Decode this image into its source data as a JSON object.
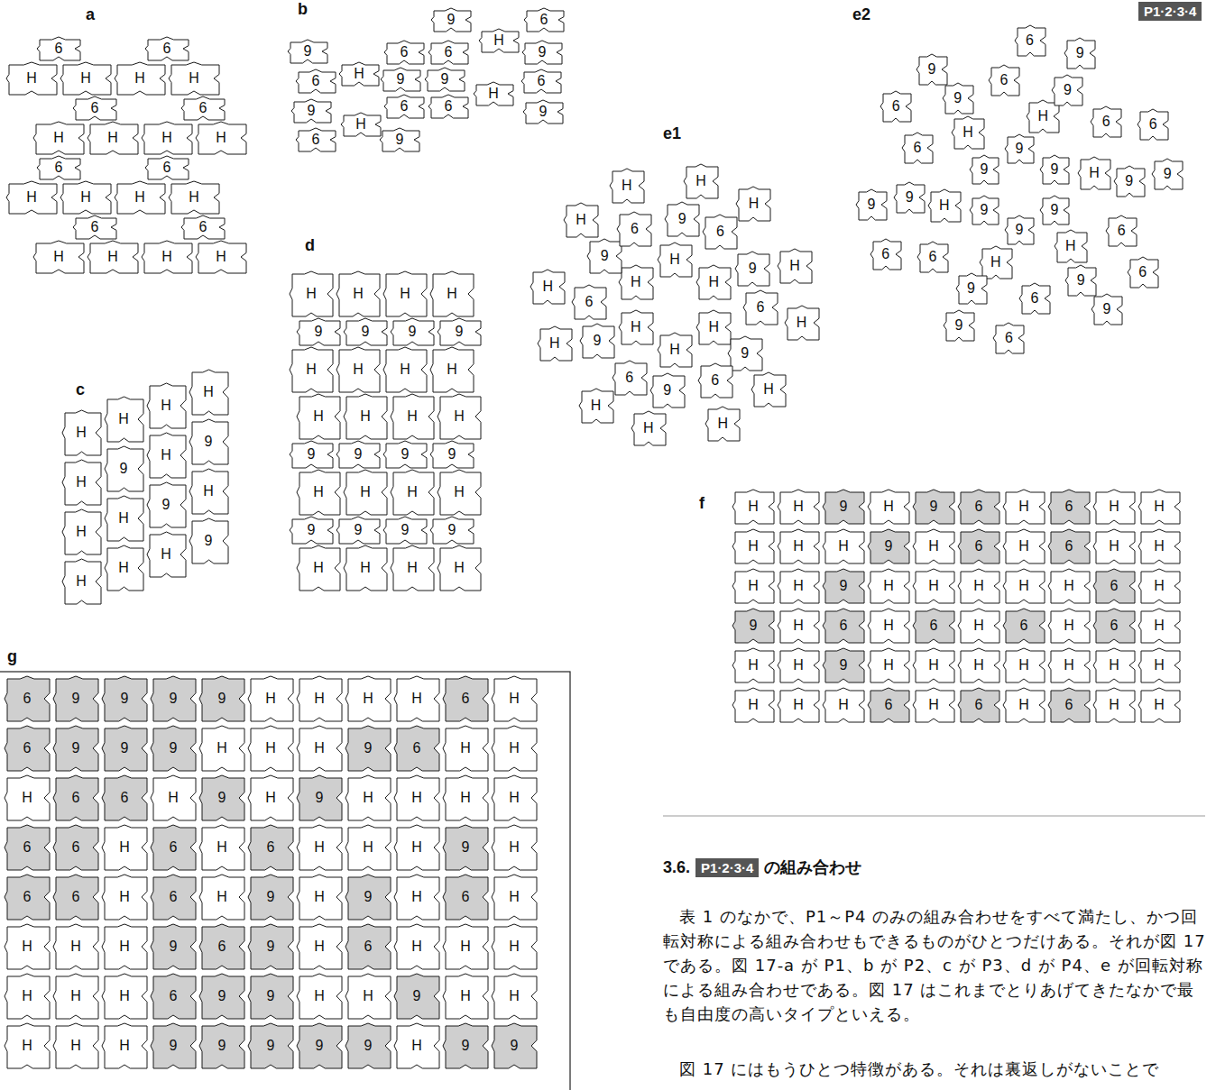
{
  "diagram": {
    "nodes": [
      {
        "text": [
          "6"
        ]
      },
      {
        "text": [
          "6"
        ]
      },
      {
        "text": [
          "H"
        ]
      },
      {
        "text": [
          "H"
        ]
      },
      {
        "text": [
          "H"
        ]
      },
      {
        "text": [
          "H"
        ]
      },
      {
        "text": [
          "6"
        ]
      },
      {
        "text": [
          "6"
        ]
      },
      {
        "text": [
          "H"
        ]
      },
      {
        "text": [
          "H"
        ]
      },
      {
        "text": [
          "H"
        ]
      },
      {
        "text": [
          "H"
        ]
      },
      {
        "text": [
          "6"
        ]
      },
      {
        "text": [
          "6"
        ]
      },
      {
        "text": [
          "H"
        ]
      },
      {
        "text": [
          "H"
        ]
      },
      {
        "text": [
          "H"
        ]
      },
      {
        "text": [
          "H"
        ]
      },
      {
        "text": [
          "6"
        ]
      },
      {
        "text": [
          "6"
        ]
      },
      {
        "text": [
          "H"
        ]
      },
      {
        "text": [
          "H"
        ]
      },
      {
        "text": [
          "H"
        ]
      },
      {
        "text": [
          "H"
        ]
      },
      {
        "text": [
          "9"
        ]
      },
      {
        "text": [
          "6"
        ]
      },
      {
        "text": [
          "H"
        ]
      },
      {
        "text": [
          "9"
        ]
      },
      {
        "text": [
          "6"
        ]
      },
      {
        "text": [
          "6"
        ]
      },
      {
        "text": [
          "9"
        ]
      },
      {
        "text": [
          "H"
        ]
      },
      {
        "text": [
          "9"
        ]
      },
      {
        "text": [
          "9"
        ]
      },
      {
        "text": [
          "6"
        ]
      },
      {
        "text": [
          "6"
        ]
      },
      {
        "text": [
          "H"
        ]
      },
      {
        "text": [
          "6"
        ]
      },
      {
        "text": [
          "6"
        ]
      },
      {
        "text": [
          "9"
        ]
      },
      {
        "text": [
          "9"
        ]
      },
      {
        "text": [
          "H"
        ]
      },
      {
        "text": [
          "9"
        ]
      },
      {
        "text": [
          "6"
        ]
      },
      {
        "text": [
          "H"
        ]
      },
      {
        "text": [
          "H"
        ]
      },
      {
        "text": [
          "H"
        ]
      },
      {
        "text": [
          "H"
        ]
      },
      {
        "text": [
          "H"
        ]
      },
      {
        "text": [
          "9"
        ]
      },
      {
        "text": [
          "H"
        ]
      },
      {
        "text": [
          "H"
        ]
      },
      {
        "text": [
          "H"
        ]
      },
      {
        "text": [
          "H"
        ]
      },
      {
        "text": [
          "9"
        ]
      },
      {
        "text": [
          "H"
        ]
      },
      {
        "text": [
          "H"
        ]
      },
      {
        "text": [
          "9"
        ]
      },
      {
        "text": [
          "H"
        ]
      },
      {
        "text": [
          "9"
        ]
      },
      {
        "text": [
          "H"
        ]
      },
      {
        "text": [
          "H"
        ]
      },
      {
        "text": [
          "H"
        ]
      },
      {
        "text": [
          "H"
        ]
      },
      {
        "text": [
          "9"
        ]
      },
      {
        "text": [
          "9"
        ]
      },
      {
        "text": [
          "9"
        ]
      },
      {
        "text": [
          "9"
        ]
      },
      {
        "text": [
          "H"
        ]
      },
      {
        "text": [
          "H"
        ]
      },
      {
        "text": [
          "H"
        ]
      },
      {
        "text": [
          "H"
        ]
      },
      {
        "text": [
          "H"
        ]
      },
      {
        "text": [
          "H"
        ]
      },
      {
        "text": [
          "H"
        ]
      },
      {
        "text": [
          "H"
        ]
      },
      {
        "text": [
          "9"
        ]
      },
      {
        "text": [
          "9"
        ]
      },
      {
        "text": [
          "9"
        ]
      },
      {
        "text": [
          "9"
        ]
      },
      {
        "text": [
          "H"
        ]
      },
      {
        "text": [
          "H"
        ]
      },
      {
        "text": [
          "H"
        ]
      },
      {
        "text": [
          "H"
        ]
      },
      {
        "text": [
          "9"
        ]
      },
      {
        "text": [
          "9"
        ]
      },
      {
        "text": [
          "9"
        ]
      },
      {
        "text": [
          "9"
        ]
      },
      {
        "text": [
          "H"
        ]
      },
      {
        "text": [
          "H"
        ]
      },
      {
        "text": [
          "H"
        ]
      },
      {
        "text": [
          "H"
        ]
      },
      {
        "text": [
          "H"
        ]
      },
      {
        "text": [
          "9"
        ]
      },
      {
        "text": [
          "6"
        ]
      },
      {
        "text": [
          "H"
        ]
      },
      {
        "text": [
          "H"
        ]
      },
      {
        "text": [
          "H"
        ]
      },
      {
        "text": [
          "9"
        ]
      },
      {
        "text": [
          "6"
        ]
      },
      {
        "text": [
          "H"
        ]
      },
      {
        "text": [
          "H"
        ]
      },
      {
        "text": [
          "H"
        ]
      },
      {
        "text": [
          "9"
        ]
      },
      {
        "text": [
          "6"
        ]
      },
      {
        "text": [
          "H"
        ]
      },
      {
        "text": [
          "H"
        ]
      },
      {
        "text": [
          "H"
        ]
      },
      {
        "text": [
          "9"
        ]
      },
      {
        "text": [
          "6"
        ]
      },
      {
        "text": [
          "H"
        ]
      },
      {
        "text": [
          "H"
        ]
      },
      {
        "text": [
          "H"
        ]
      },
      {
        "text": [
          "9"
        ]
      },
      {
        "text": [
          "6"
        ]
      },
      {
        "text": [
          "H"
        ]
      },
      {
        "text": [
          "H"
        ]
      },
      {
        "text": [
          "H"
        ]
      },
      {
        "text": [
          "9"
        ]
      },
      {
        "text": [
          "6"
        ]
      },
      {
        "text": [
          "H"
        ]
      },
      {
        "text": [
          "H"
        ]
      },
      {
        "text": [
          "9"
        ]
      },
      {
        "text": [
          "H"
        ]
      },
      {
        "text": [
          "6"
        ]
      },
      {
        "text": [
          "9"
        ]
      },
      {
        "text": [
          "6"
        ]
      },
      {
        "text": [
          "9"
        ]
      },
      {
        "text": [
          "9"
        ]
      },
      {
        "text": [
          "H"
        ]
      },
      {
        "text": [
          "6"
        ]
      },
      {
        "text": [
          "9"
        ]
      },
      {
        "text": [
          "6"
        ]
      },
      {
        "text": [
          "9"
        ]
      },
      {
        "text": [
          "9"
        ]
      },
      {
        "text": [
          "H"
        ]
      },
      {
        "text": [
          "6"
        ]
      },
      {
        "text": [
          "9"
        ]
      },
      {
        "text": [
          "6"
        ]
      },
      {
        "text": [
          "9"
        ]
      },
      {
        "text": [
          "9"
        ]
      },
      {
        "text": [
          "H"
        ]
      },
      {
        "text": [
          "6"
        ]
      },
      {
        "text": [
          "9"
        ]
      },
      {
        "text": [
          "6"
        ]
      },
      {
        "text": [
          "9"
        ]
      },
      {
        "text": [
          "9"
        ]
      },
      {
        "text": [
          "H"
        ]
      },
      {
        "text": [
          "6"
        ]
      },
      {
        "text": [
          "9"
        ]
      },
      {
        "text": [
          "6"
        ]
      },
      {
        "text": [
          "9"
        ]
      },
      {
        "text": [
          "9"
        ]
      },
      {
        "text": [
          "H"
        ]
      },
      {
        "text": [
          "6"
        ]
      },
      {
        "text": [
          "9"
        ]
      },
      {
        "text": [
          "6"
        ]
      },
      {
        "text": [
          "9"
        ]
      },
      {
        "text": [
          "H"
        ]
      },
      {
        "text": [
          "H"
        ]
      },
      {
        "text": [
          "9"
        ]
      },
      {
        "text": [
          "H"
        ]
      },
      {
        "text": [
          "9"
        ]
      },
      {
        "text": [
          "6"
        ]
      },
      {
        "text": [
          "H"
        ]
      },
      {
        "text": [
          "6"
        ]
      },
      {
        "text": [
          "H"
        ]
      },
      {
        "text": [
          "H"
        ]
      },
      {
        "text": [
          "H"
        ]
      },
      {
        "text": [
          "H"
        ]
      },
      {
        "text": [
          "H"
        ]
      },
      {
        "text": [
          "9"
        ]
      },
      {
        "text": [
          "H"
        ]
      },
      {
        "text": [
          "6"
        ]
      },
      {
        "text": [
          "H"
        ]
      },
      {
        "text": [
          "6"
        ]
      },
      {
        "text": [
          "H"
        ]
      },
      {
        "text": [
          "H"
        ]
      },
      {
        "text": [
          "H"
        ]
      },
      {
        "text": [
          "H"
        ]
      },
      {
        "text": [
          "9"
        ]
      },
      {
        "text": [
          "H"
        ]
      },
      {
        "text": [
          "H"
        ]
      },
      {
        "text": [
          "H"
        ]
      },
      {
        "text": [
          "H"
        ]
      },
      {
        "text": [
          "H"
        ]
      },
      {
        "text": [
          "6"
        ]
      },
      {
        "text": [
          "H"
        ]
      },
      {
        "text": [
          "9"
        ]
      },
      {
        "text": [
          "H"
        ]
      },
      {
        "text": [
          "6"
        ]
      },
      {
        "text": [
          "H"
        ]
      },
      {
        "text": [
          "6"
        ]
      },
      {
        "text": [
          "H"
        ]
      },
      {
        "text": [
          "6"
        ]
      },
      {
        "text": [
          "H"
        ]
      },
      {
        "text": [
          "6"
        ]
      },
      {
        "text": [
          "H"
        ]
      },
      {
        "text": [
          "H"
        ]
      },
      {
        "text": [
          "H"
        ]
      },
      {
        "text": [
          "9"
        ]
      },
      {
        "text": [
          "H"
        ]
      },
      {
        "text": [
          "H"
        ]
      },
      {
        "text": [
          "H"
        ]
      },
      {
        "text": [
          "H"
        ]
      },
      {
        "text": [
          "H"
        ]
      },
      {
        "text": [
          "H"
        ]
      },
      {
        "text": [
          "H"
        ]
      },
      {
        "text": [
          "H"
        ]
      },
      {
        "text": [
          "H"
        ]
      },
      {
        "text": [
          "H"
        ]
      },
      {
        "text": [
          "6"
        ]
      },
      {
        "text": [
          "H"
        ]
      },
      {
        "text": [
          "6"
        ]
      },
      {
        "text": [
          "H"
        ]
      },
      {
        "text": [
          "6"
        ]
      },
      {
        "text": [
          "H"
        ]
      },
      {
        "text": [
          "H"
        ]
      },
      {
        "text": [
          "6"
        ]
      },
      {
        "text": [
          "9"
        ]
      },
      {
        "text": [
          "9"
        ]
      },
      {
        "text": [
          "9"
        ]
      },
      {
        "text": [
          "9"
        ]
      },
      {
        "text": [
          "H"
        ]
      },
      {
        "text": [
          "H"
        ]
      },
      {
        "text": [
          "H"
        ]
      },
      {
        "text": [
          "H"
        ]
      },
      {
        "text": [
          "6"
        ]
      },
      {
        "text": [
          "H"
        ]
      },
      {
        "text": [
          "6"
        ]
      },
      {
        "text": [
          "9"
        ]
      },
      {
        "text": [
          "9"
        ]
      },
      {
        "text": [
          "9"
        ]
      },
      {
        "text": [
          "H"
        ]
      },
      {
        "text": [
          "H"
        ]
      },
      {
        "text": [
          "H"
        ]
      },
      {
        "text": [
          "9"
        ]
      },
      {
        "text": [
          "6"
        ]
      },
      {
        "text": [
          "H"
        ]
      },
      {
        "text": [
          "H"
        ]
      },
      {
        "text": [
          "H"
        ]
      },
      {
        "text": [
          "6"
        ]
      },
      {
        "text": [
          "6"
        ]
      },
      {
        "text": [
          "H"
        ]
      },
      {
        "text": [
          "9"
        ]
      },
      {
        "text": [
          "H"
        ]
      },
      {
        "text": [
          "9"
        ]
      },
      {
        "text": [
          "H"
        ]
      },
      {
        "text": [
          "H"
        ]
      },
      {
        "text": [
          "H"
        ]
      },
      {
        "text": [
          "H"
        ]
      },
      {
        "text": [
          "6"
        ]
      },
      {
        "text": [
          "6"
        ]
      },
      {
        "text": [
          "H"
        ]
      },
      {
        "text": [
          "6"
        ]
      },
      {
        "text": [
          "H"
        ]
      },
      {
        "text": [
          "6"
        ]
      },
      {
        "text": [
          "H"
        ]
      },
      {
        "text": [
          "H"
        ]
      },
      {
        "text": [
          "H"
        ]
      },
      {
        "text": [
          "9"
        ]
      },
      {
        "text": [
          "H"
        ]
      },
      {
        "text": [
          "6"
        ]
      },
      {
        "text": [
          "6"
        ]
      },
      {
        "text": [
          "H"
        ]
      },
      {
        "text": [
          "6"
        ]
      },
      {
        "text": [
          "H"
        ]
      },
      {
        "text": [
          "9"
        ]
      },
      {
        "text": [
          "H"
        ]
      },
      {
        "text": [
          "9"
        ]
      },
      {
        "text": [
          "H"
        ]
      },
      {
        "text": [
          "6"
        ]
      },
      {
        "text": [
          "H"
        ]
      },
      {
        "text": [
          "H"
        ]
      },
      {
        "text": [
          "H"
        ]
      },
      {
        "text": [
          "H"
        ]
      },
      {
        "text": [
          "9"
        ]
      },
      {
        "text": [
          "6"
        ]
      },
      {
        "text": [
          "9"
        ]
      },
      {
        "text": [
          "H"
        ]
      },
      {
        "text": [
          "6"
        ]
      },
      {
        "text": [
          "H"
        ]
      },
      {
        "text": [
          "H"
        ]
      },
      {
        "text": [
          "H"
        ]
      },
      {
        "text": [
          "H"
        ]
      },
      {
        "text": [
          "H"
        ]
      },
      {
        "text": [
          "H"
        ]
      },
      {
        "text": [
          "6"
        ]
      },
      {
        "text": [
          "9"
        ]
      },
      {
        "text": [
          "9"
        ]
      },
      {
        "text": [
          "H"
        ]
      },
      {
        "text": [
          "H"
        ]
      },
      {
        "text": [
          "9"
        ]
      },
      {
        "text": [
          "H"
        ]
      },
      {
        "text": [
          "H"
        ]
      },
      {
        "text": [
          "H"
        ]
      },
      {
        "text": [
          "H"
        ]
      },
      {
        "text": [
          "H"
        ]
      },
      {
        "text": [
          "9"
        ]
      },
      {
        "text": [
          "9"
        ]
      },
      {
        "text": [
          "9"
        ]
      },
      {
        "text": [
          "9"
        ]
      },
      {
        "text": [
          "9"
        ]
      },
      {
        "text": [
          "H"
        ]
      },
      {
        "text": [
          "9"
        ]
      },
      {
        "text": [
          "9"
        ]
      }
    ],
    "labels": [
      "P1·2·3·4",
      "a",
      "b",
      "e1",
      "e2",
      "d",
      "c",
      "f",
      "g",
      "3.6.",
      "P1·2·3·4",
      "の組み合わせ",
      "表 1 のなかで、P1～P4 のみの組み合わせをすべて満たし、かつ回転対称による組み合わせもできるものがひとつだけある。それが図 17 である。図 17-a が P1、b が P2、c が P3、d が P4、e が回転対称による組み合わせである。図 17 はこれまでとりあげてきたなかで最も自由度の高いタイプといえる。",
      "図 17 にはもうひとつ特徴がある。それは裏返しがないことで"
    ]
  }
}
